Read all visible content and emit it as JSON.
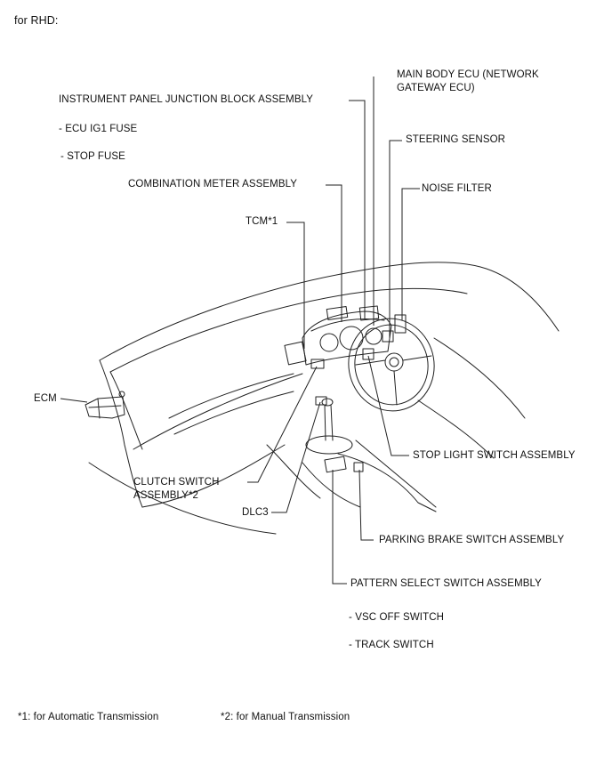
{
  "header": {
    "title": "for RHD:"
  },
  "labels": {
    "main_body_ecu": "MAIN BODY ECU (NETWORK GATEWAY ECU)",
    "ip_junction_block": "INSTRUMENT PANEL JUNCTION BLOCK ASSEMBLY",
    "ecu_ig1_fuse": "- ECU IG1 FUSE",
    "stop_fuse": "- STOP FUSE",
    "steering_sensor": "STEERING SENSOR",
    "combination_meter": "COMBINATION METER ASSEMBLY",
    "noise_filter": "NOISE FILTER",
    "tcm": "TCM*1",
    "ecm": "ECM",
    "stop_light_switch": "STOP LIGHT SWITCH ASSEMBLY",
    "clutch_switch": "CLUTCH SWITCH ASSEMBLY*2",
    "dlc3": "DLC3",
    "parking_brake_switch": "PARKING BRAKE SWITCH ASSEMBLY",
    "pattern_select_switch": "PATTERN SELECT SWITCH ASSEMBLY",
    "vsc_off_switch": "- VSC OFF SWITCH",
    "track_switch": "- TRACK SWITCH"
  },
  "footnotes": {
    "note1": "*1: for Automatic Transmission",
    "note2": "*2: for Manual Transmission"
  },
  "colors": {
    "line": "#222222",
    "text": "#111111",
    "background": "#ffffff"
  }
}
